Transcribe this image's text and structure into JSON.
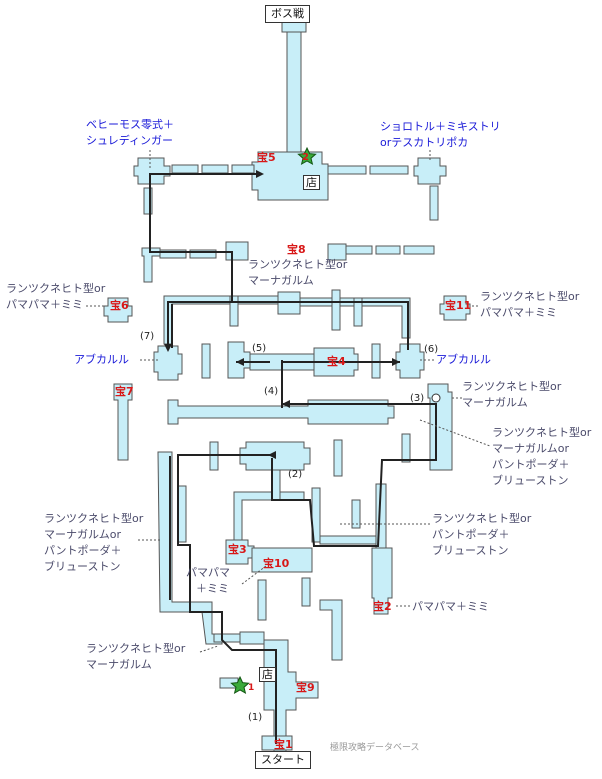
{
  "goal_label": "ボス戦",
  "start_label": "スタート",
  "shop_label": "店",
  "watermark": "極限攻略データベース",
  "treasures": [
    "宝1",
    "宝2",
    "宝3",
    "宝4",
    "宝5",
    "宝6",
    "宝7",
    "宝8",
    "宝9",
    "宝10",
    "宝11"
  ],
  "route_numbers": [
    "(1)",
    "(2)",
    "(3)",
    "(4)",
    "(5)",
    "(6)",
    "(7)"
  ],
  "bosses": {
    "top_left_1": "ベヒーモス零式＋",
    "top_left_2": "シュレディンガー",
    "top_right_1": "ショロトル＋ミキストリ",
    "top_right_2": "orテスカトリポカ",
    "abakaruru": "アブカルル"
  },
  "enemies": {
    "a1": "ランツクネヒト型or",
    "a2": "マーナガルム",
    "b1": "ランツクネヒト型or",
    "b2": "パマパマ＋ミミ",
    "c1": "ランツクネヒト型or",
    "c2": "マーナガルムor",
    "c3": "パントポーダ＋",
    "c4": "ブリューストン",
    "d1": "ランツクネヒト型or",
    "d2": "パントポーダ＋",
    "d3": "ブリューストン",
    "e1": "パマパマ",
    "e2": "＋ミミ",
    "f1": "パマパマ＋ミミ"
  }
}
